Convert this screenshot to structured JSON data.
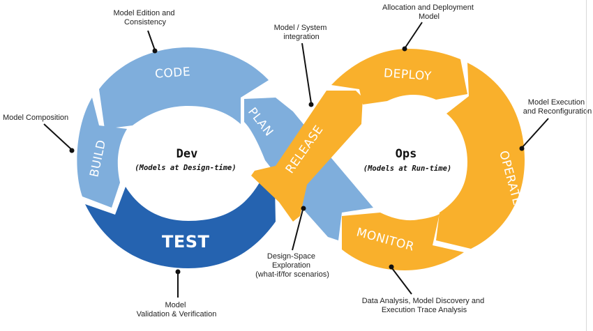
{
  "colors": {
    "light_blue": "#7faedc",
    "dark_blue": "#2563b0",
    "orange": "#f9b02c",
    "gap": "#ffffff"
  },
  "dev": {
    "title": "Dev",
    "subtitle": "(Models at Design-time)",
    "segments": {
      "code": "CODE",
      "build": "BUILD",
      "test": "TEST",
      "plan": "PLAN"
    }
  },
  "ops": {
    "title": "Ops",
    "subtitle": "(Models at Run-time)",
    "segments": {
      "release": "RELEASE",
      "deploy": "DEPLOY",
      "operate": "OPERATE",
      "monitor": "MONITOR"
    }
  },
  "annotations": {
    "code": [
      "Model Edition and",
      "Consistency"
    ],
    "build": [
      "Model Composition"
    ],
    "test": [
      "Model",
      "Validation & Verification"
    ],
    "release": [
      "Model / System",
      "integration"
    ],
    "plan": [
      "Design-Space",
      "Exploration",
      "(what-if/for scenarios)"
    ],
    "deploy": [
      "Allocation and Deployment",
      "Model"
    ],
    "operate": [
      "Model Execution",
      "and Reconfiguration"
    ],
    "monitor": [
      "Data Analysis, Model Discovery and",
      "Execution Trace Analysis"
    ]
  }
}
